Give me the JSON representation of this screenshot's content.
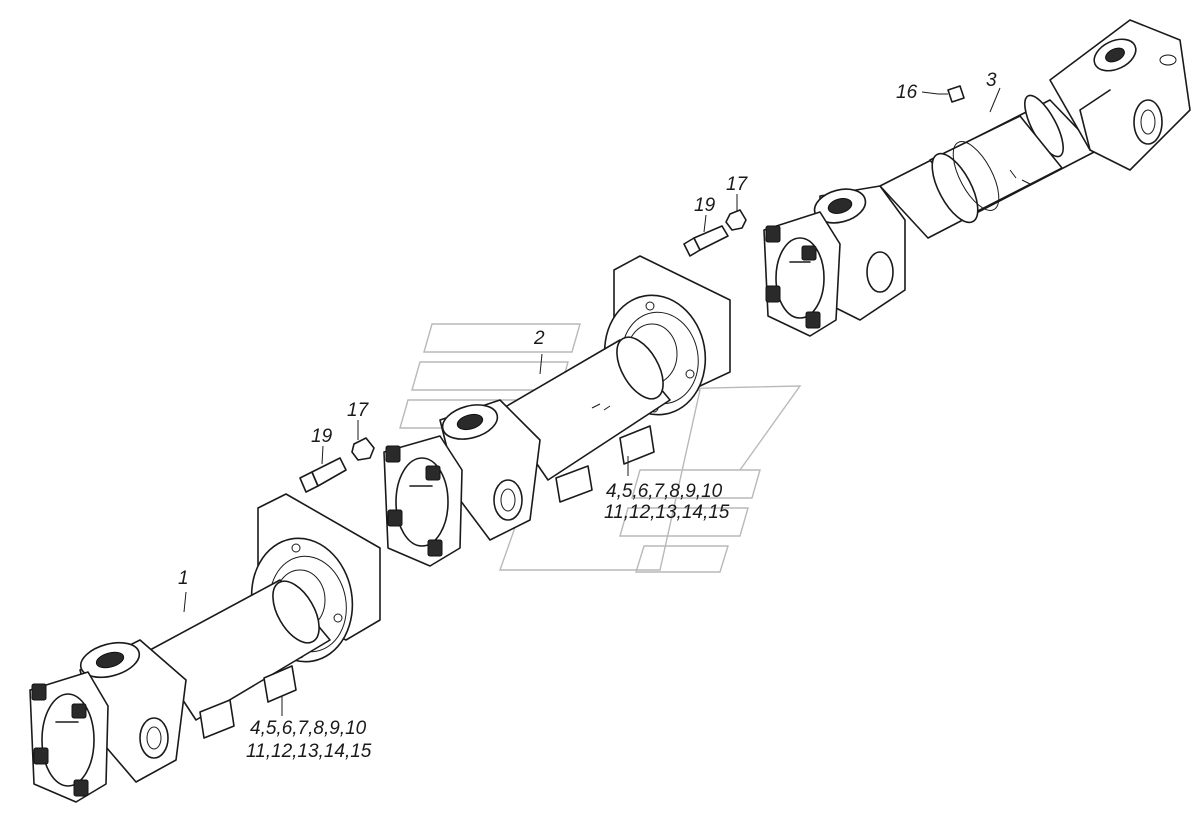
{
  "labels": {
    "shaft_1": "1",
    "shaft_2": "2",
    "shaft_3": "3",
    "bolt_upper": "19",
    "nut_upper": "17",
    "bolt_lower": "19",
    "nut_lower": "17",
    "plate_16": "16",
    "kit_2_line1": "4,5,6,7,8,9,10",
    "kit_2_line2": "11,12,13,14,15",
    "kit_1_line1": "4,5,6,7,8,9,10",
    "kit_1_line2": "11,12,13,14,15"
  }
}
